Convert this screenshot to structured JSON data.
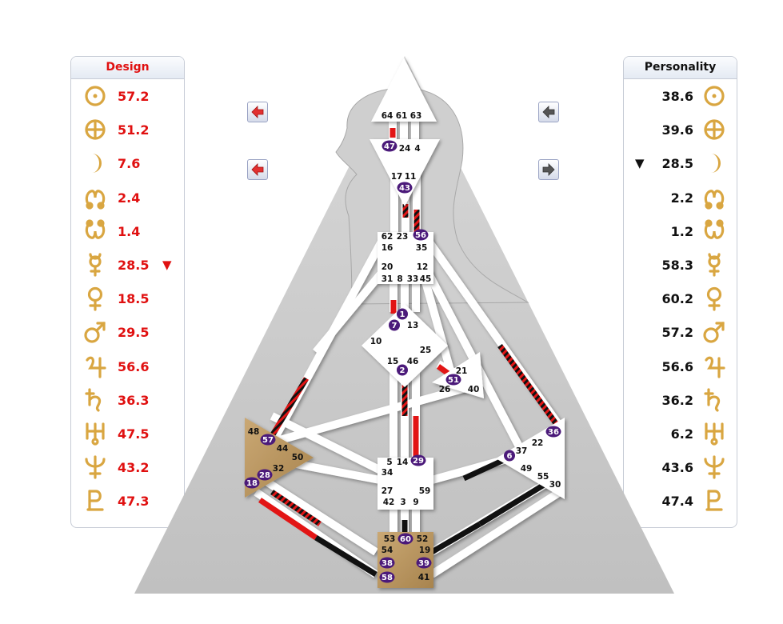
{
  "panels": {
    "design": {
      "title": "Design",
      "rows": [
        {
          "planet": "sun-icon",
          "value": "57.2"
        },
        {
          "planet": "earth-icon",
          "value": "51.2"
        },
        {
          "planet": "moon-icon",
          "value": "7.6"
        },
        {
          "planet": "north-node-icon",
          "value": "2.4"
        },
        {
          "planet": "south-node-icon",
          "value": "1.4"
        },
        {
          "planet": "mercury-icon",
          "value": "28.5",
          "arrow": "▼"
        },
        {
          "planet": "venus-icon",
          "value": "18.5"
        },
        {
          "planet": "mars-icon",
          "value": "29.5"
        },
        {
          "planet": "jupiter-icon",
          "value": "56.6"
        },
        {
          "planet": "saturn-icon",
          "value": "36.3"
        },
        {
          "planet": "uranus-icon",
          "value": "47.5"
        },
        {
          "planet": "neptune-icon",
          "value": "43.2"
        },
        {
          "planet": "pluto-icon",
          "value": "47.3"
        }
      ]
    },
    "personality": {
      "title": "Personality",
      "rows": [
        {
          "planet": "sun-icon",
          "value": "38.6"
        },
        {
          "planet": "earth-icon",
          "value": "39.6"
        },
        {
          "planet": "moon-icon",
          "value": "28.5",
          "arrow": "▼"
        },
        {
          "planet": "north-node-icon",
          "value": "2.2"
        },
        {
          "planet": "south-node-icon",
          "value": "1.2"
        },
        {
          "planet": "mercury-icon",
          "value": "58.3"
        },
        {
          "planet": "venus-icon",
          "value": "60.2"
        },
        {
          "planet": "mars-icon",
          "value": "57.2"
        },
        {
          "planet": "jupiter-icon",
          "value": "56.6"
        },
        {
          "planet": "saturn-icon",
          "value": "36.2"
        },
        {
          "planet": "uranus-icon",
          "value": "6.2"
        },
        {
          "planet": "neptune-icon",
          "value": "43.6"
        },
        {
          "planet": "pluto-icon",
          "value": "47.4"
        }
      ]
    }
  },
  "nav_buttons": [
    {
      "name": "design-prev-button-1",
      "icon": "left-arrow-icon",
      "color": "#e23030"
    },
    {
      "name": "design-prev-button-2",
      "icon": "left-arrow-icon",
      "color": "#e23030"
    },
    {
      "name": "personality-prev-button",
      "icon": "left-arrow-icon",
      "color": "#555555"
    },
    {
      "name": "personality-next-button",
      "icon": "right-arrow-icon",
      "color": "#555555"
    }
  ],
  "colors": {
    "design_red": "#e01010",
    "personality_black": "#111111",
    "gold_glyph": "#d9a641",
    "defined_center": "#b8955f",
    "activated_gate": "#4b1a7a",
    "undefined_center": "#ffffff"
  },
  "gates": [
    {
      "n": "64"
    },
    {
      "n": "61"
    },
    {
      "n": "63"
    },
    {
      "n": "47",
      "act": true
    },
    {
      "n": "24"
    },
    {
      "n": "4"
    },
    {
      "n": "17"
    },
    {
      "n": "11"
    },
    {
      "n": "43",
      "act": true
    },
    {
      "n": "62"
    },
    {
      "n": "23"
    },
    {
      "n": "56",
      "act": true
    },
    {
      "n": "16"
    },
    {
      "n": "35"
    },
    {
      "n": "20"
    },
    {
      "n": "12"
    },
    {
      "n": "31"
    },
    {
      "n": "8"
    },
    {
      "n": "33"
    },
    {
      "n": "45"
    },
    {
      "n": "1",
      "act": true
    },
    {
      "n": "7",
      "act": true
    },
    {
      "n": "13"
    },
    {
      "n": "10"
    },
    {
      "n": "25"
    },
    {
      "n": "15"
    },
    {
      "n": "46"
    },
    {
      "n": "2",
      "act": true
    },
    {
      "n": "21"
    },
    {
      "n": "51",
      "act": true
    },
    {
      "n": "26"
    },
    {
      "n": "40"
    },
    {
      "n": "48"
    },
    {
      "n": "57",
      "act": true
    },
    {
      "n": "44"
    },
    {
      "n": "50"
    },
    {
      "n": "32"
    },
    {
      "n": "28",
      "act": true
    },
    {
      "n": "18",
      "act": true
    },
    {
      "n": "5"
    },
    {
      "n": "14"
    },
    {
      "n": "29",
      "act": true
    },
    {
      "n": "34"
    },
    {
      "n": "27"
    },
    {
      "n": "59"
    },
    {
      "n": "42"
    },
    {
      "n": "3"
    },
    {
      "n": "9"
    },
    {
      "n": "36",
      "act": true
    },
    {
      "n": "22"
    },
    {
      "n": "37"
    },
    {
      "n": "6",
      "act": true
    },
    {
      "n": "49"
    },
    {
      "n": "55"
    },
    {
      "n": "30"
    },
    {
      "n": "53"
    },
    {
      "n": "60",
      "act": true
    },
    {
      "n": "52"
    },
    {
      "n": "54"
    },
    {
      "n": "19"
    },
    {
      "n": "38",
      "act": true
    },
    {
      "n": "39",
      "act": true
    },
    {
      "n": "58",
      "act": true
    },
    {
      "n": "41"
    }
  ]
}
